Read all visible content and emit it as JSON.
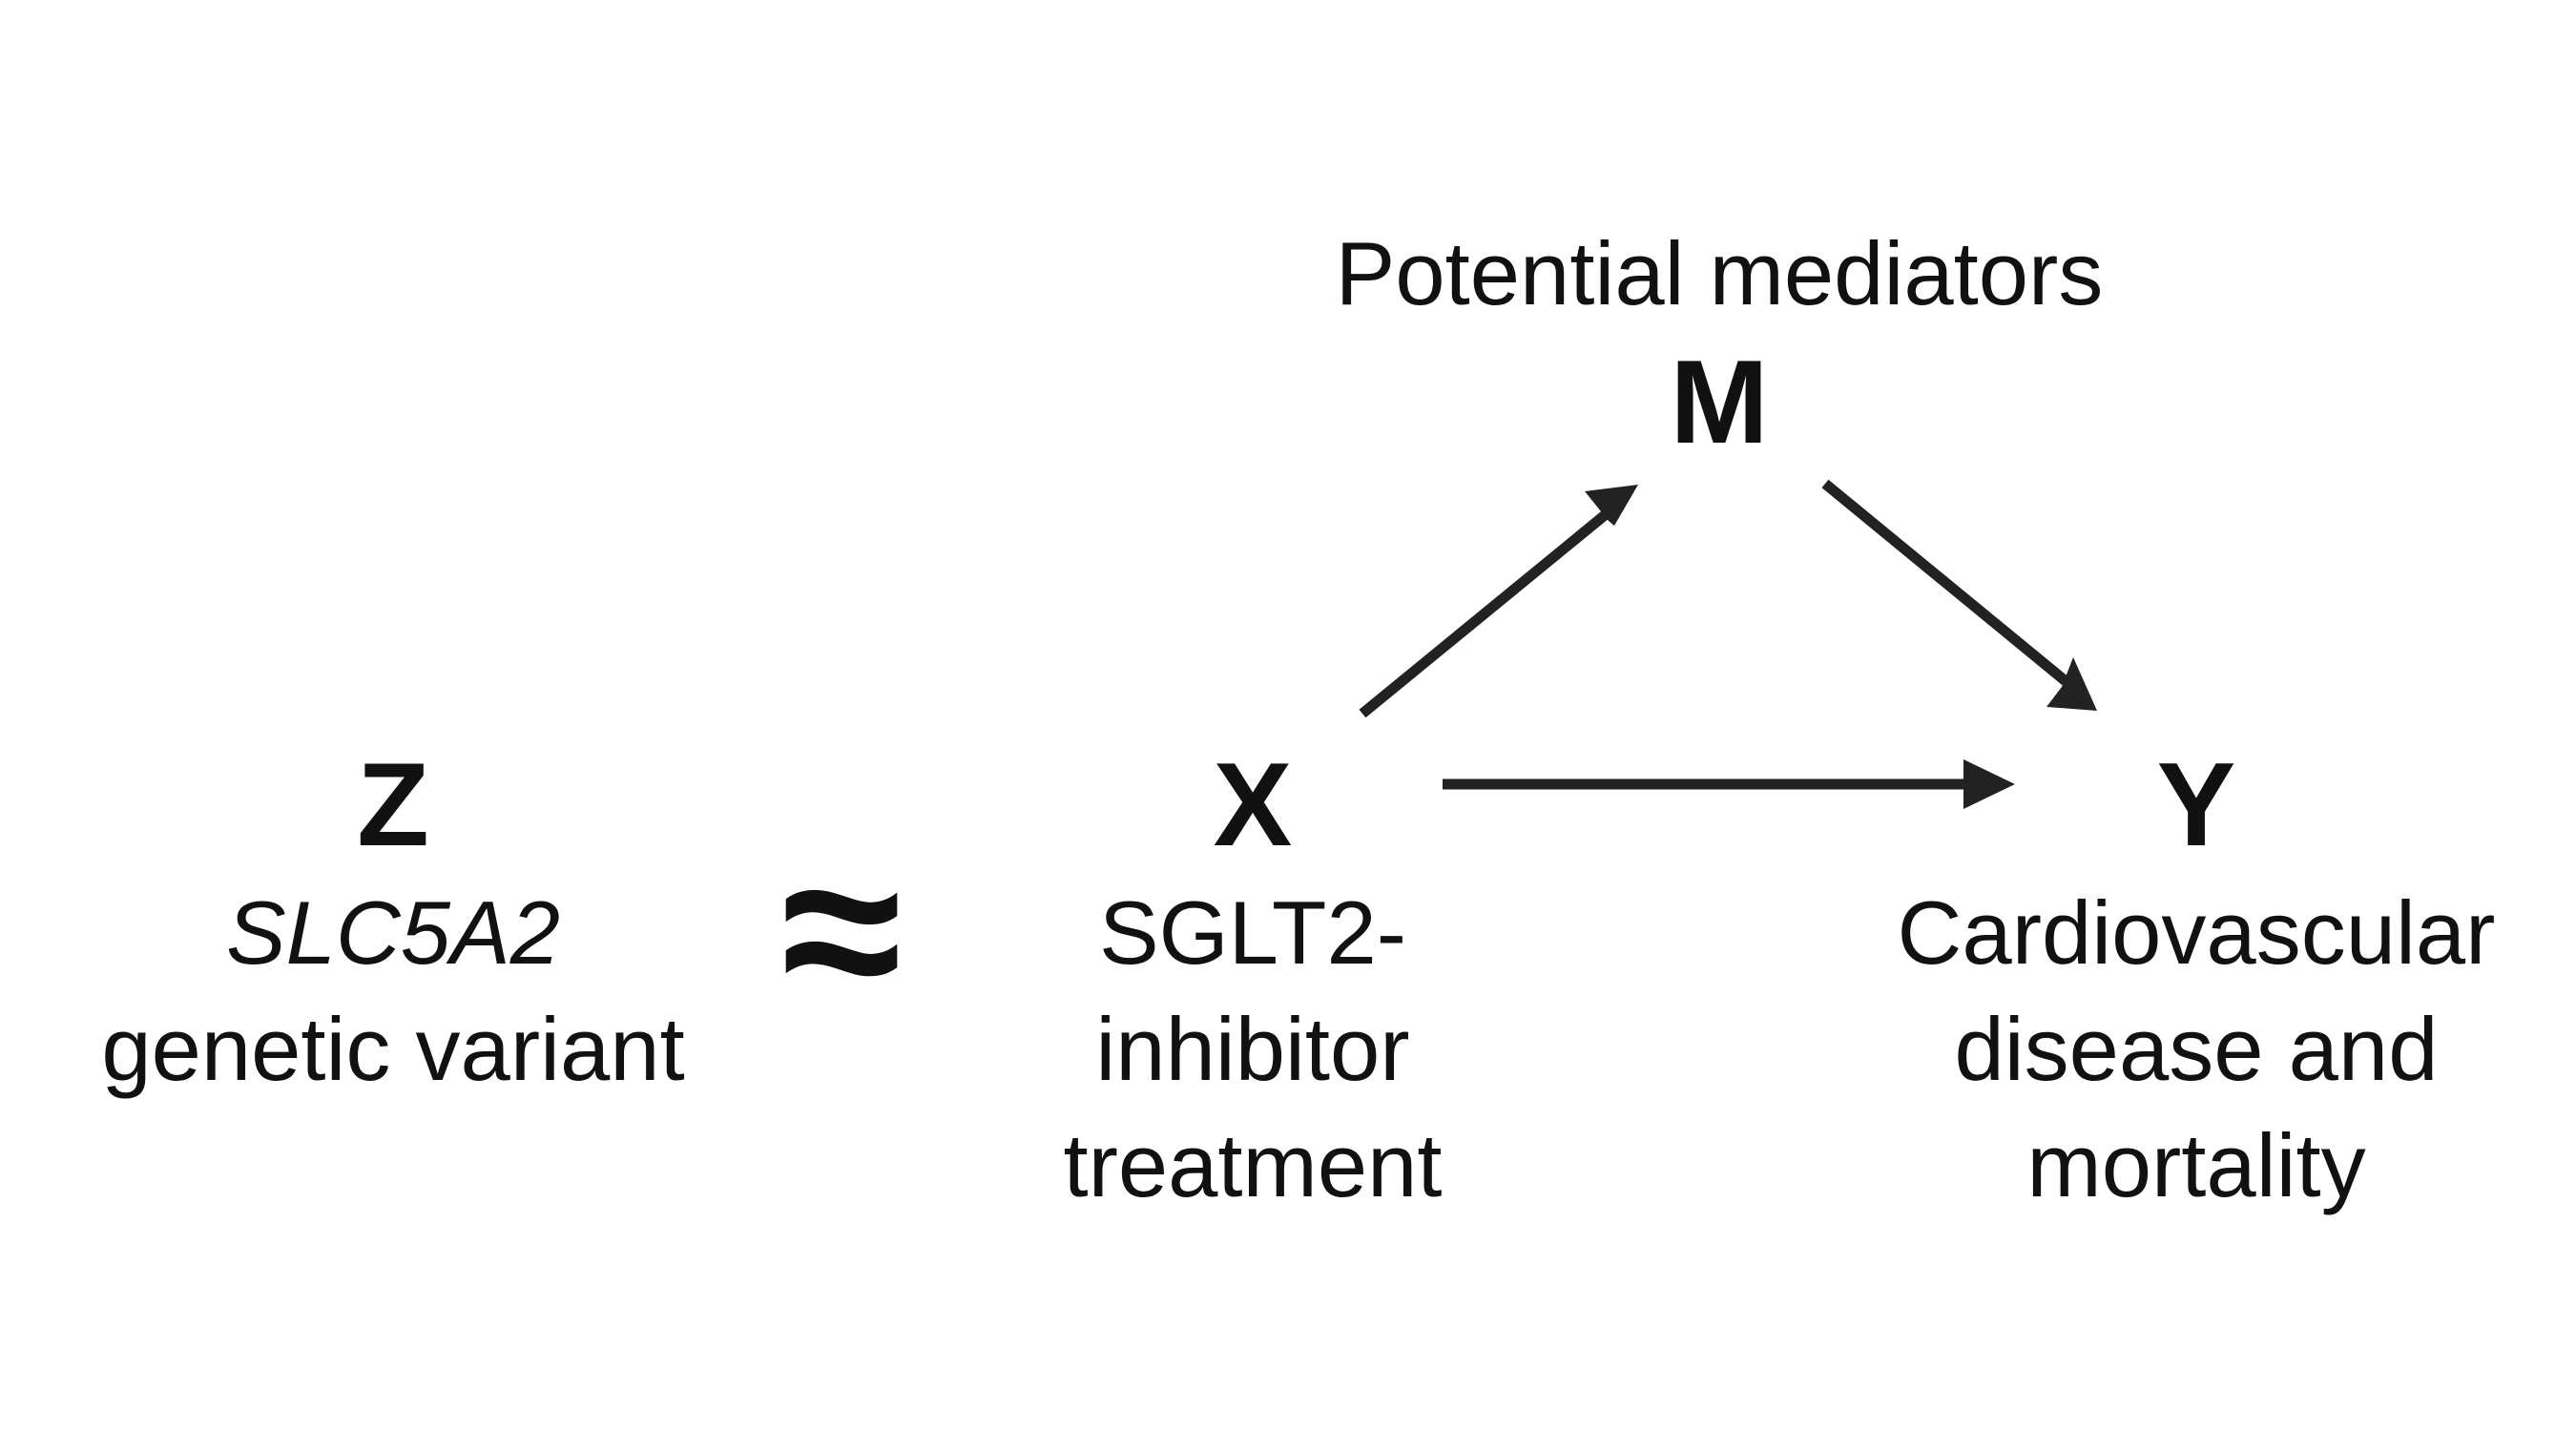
{
  "mediator": {
    "heading": "Potential mediators",
    "letter": "M"
  },
  "instrument": {
    "letter": "Z",
    "gene": "SLC5A2",
    "description": "genetic variant"
  },
  "approx_symbol": "≈",
  "exposure": {
    "letter": "X",
    "line1": "SGLT2-",
    "line2": "inhibitor",
    "line3": "treatment"
  },
  "outcome": {
    "letter": "Y",
    "line1": "Cardiovascular",
    "line2": "disease and",
    "line3": "mortality"
  },
  "colors": {
    "text": "#111111",
    "arrow": "#222222"
  }
}
